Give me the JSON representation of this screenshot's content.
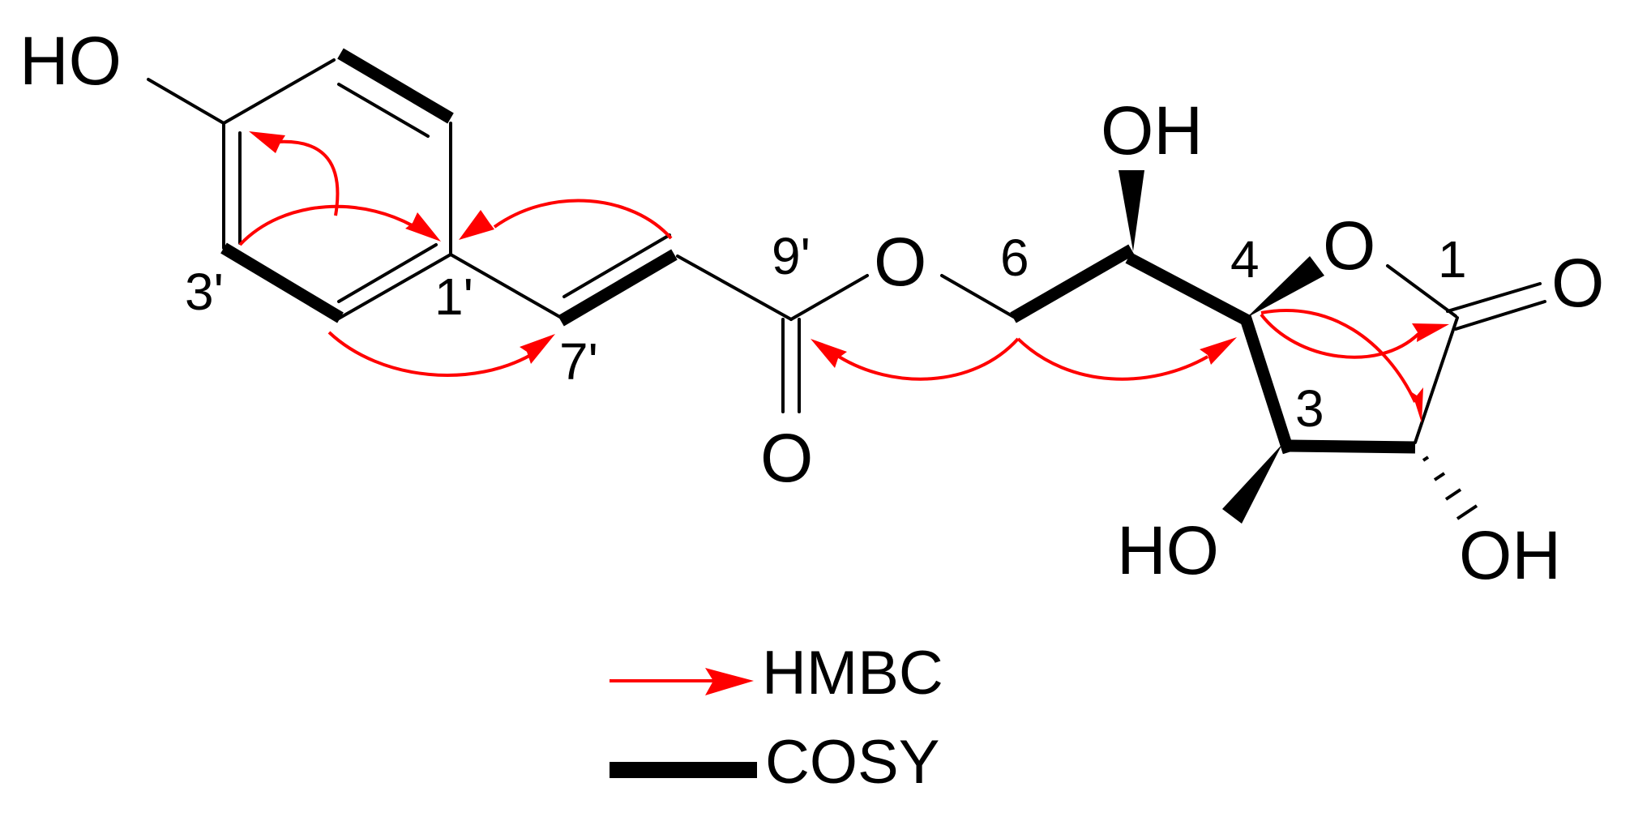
{
  "molecule": {
    "atoms": {
      "ho_phenol": "HO",
      "o_ester": "O",
      "o_carbonyl_ester": "O",
      "oh_c5": "OH",
      "o_ring": "O",
      "o_lactone": "O",
      "ho_c3": "HO",
      "oh_c2": "OH"
    },
    "numbers": {
      "n1": "1",
      "n3": "3",
      "n4": "4",
      "n6": "6",
      "n1p": "1'",
      "n3p": "3'",
      "n7p": "7'",
      "n9p": "9'"
    }
  },
  "legend": {
    "hmbc_label": "HMBC",
    "cosy_label": "COSY",
    "hmbc_color": "#ff0000",
    "cosy_color": "#000000"
  }
}
